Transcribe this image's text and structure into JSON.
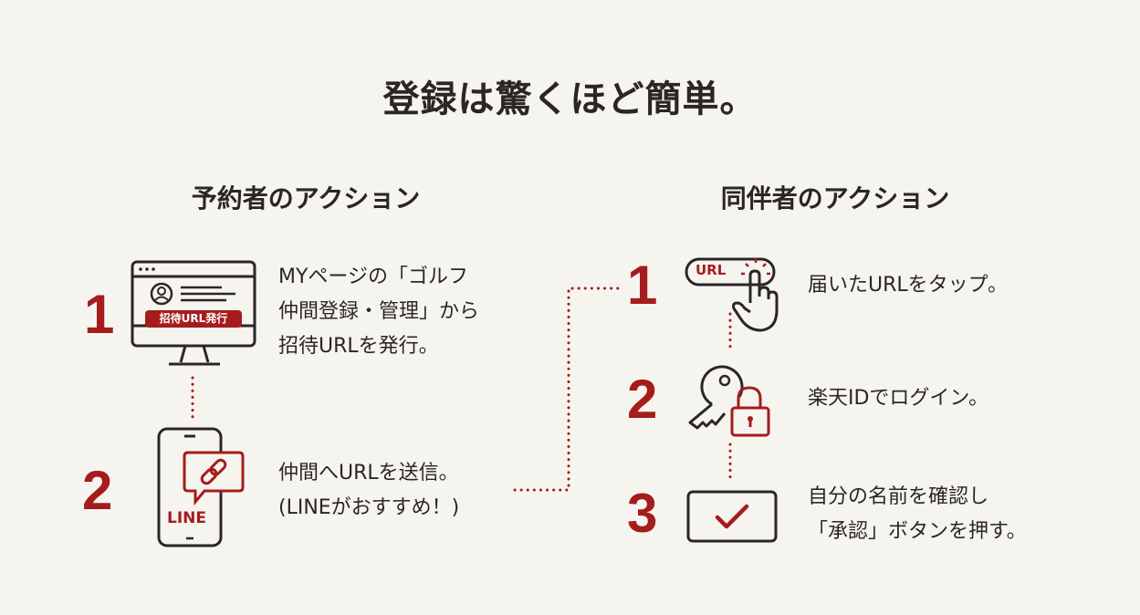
{
  "title": "登録は驚くほど簡単。",
  "colors": {
    "accent": "#a51c1c",
    "text": "#2a2626",
    "background": "#f6f4ef"
  },
  "organizer": {
    "heading": "予約者のアクション",
    "steps": [
      {
        "number": "1",
        "icon": "monitor-icon",
        "badge": "招待URL発行",
        "lines": [
          "MYページの「ゴルフ",
          "仲間登録・管理」から",
          "招待URLを発行。"
        ]
      },
      {
        "number": "2",
        "icon": "smartphone-link-icon",
        "badge": "LINE",
        "lines": [
          "仲間へURLを送信。",
          "(LINEがおすすめ！)"
        ]
      }
    ]
  },
  "companion": {
    "heading": "同伴者のアクション",
    "steps": [
      {
        "number": "1",
        "icon": "url-tap-icon",
        "badge": "URL",
        "lines": [
          "届いたURLをタップ。"
        ]
      },
      {
        "number": "2",
        "icon": "key-lock-icon",
        "lines": [
          "楽天IDでログイン。"
        ]
      },
      {
        "number": "3",
        "icon": "checkbox-icon",
        "lines": [
          "自分の名前を確認し",
          "「承認」ボタンを押す。"
        ]
      }
    ]
  }
}
